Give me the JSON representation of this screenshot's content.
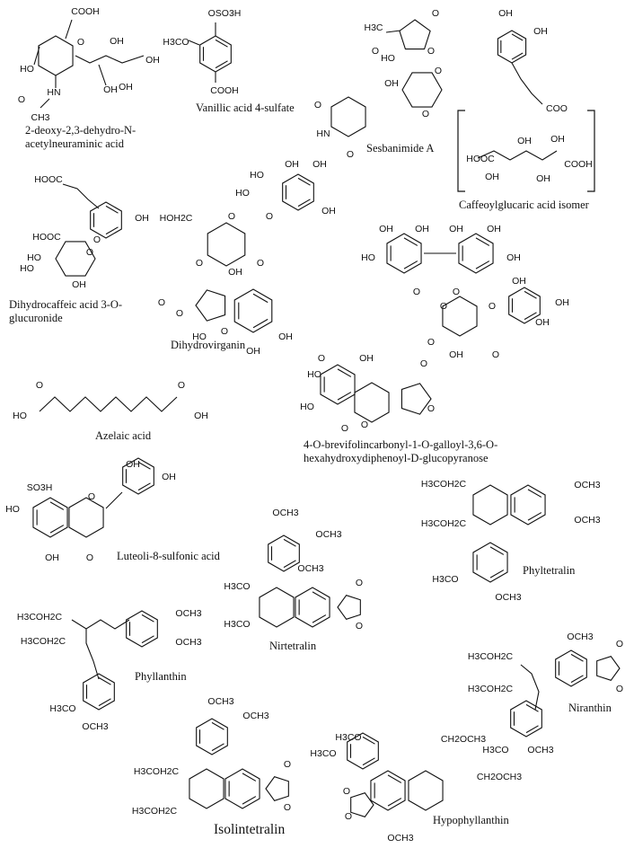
{
  "compounds": [
    {
      "key": "neu",
      "caption": [
        "2-deoxy-2,3-dehydro-N-",
        "acetylneuraminic acid"
      ]
    },
    {
      "key": "vanillic",
      "caption": [
        "Vanillic acid 4-sulfate"
      ]
    },
    {
      "key": "sesbanimide",
      "caption": [
        "Sesbanimide A"
      ]
    },
    {
      "key": "caffeoyl",
      "caption": [
        "Caffeoylglucaric acid isomer"
      ]
    },
    {
      "key": "dhca",
      "caption": [
        "Dihydrocaffeic acid 3-O-",
        "glucuronide"
      ]
    },
    {
      "key": "dihydrovirganin",
      "caption": [
        "Dihydrovirganin"
      ]
    },
    {
      "key": "brevifolin",
      "caption": [
        "4-O-brevifolincarbonyl-1-O-galloyl-3,6-O-",
        "hexahydroxydiphenoyl-D-glucopyranose"
      ]
    },
    {
      "key": "azelaic",
      "caption": [
        "Azelaic acid"
      ]
    },
    {
      "key": "luteoli",
      "caption": [
        "Luteoli-8-sulfonic acid"
      ]
    },
    {
      "key": "phyltetralin",
      "caption": [
        "Phyltetralin"
      ]
    },
    {
      "key": "nirtetralin",
      "caption": [
        "Nirtetralin"
      ]
    },
    {
      "key": "phyllanthin",
      "caption": [
        "Phyllanthin"
      ]
    },
    {
      "key": "niranthin",
      "caption": [
        "Niranthin"
      ]
    },
    {
      "key": "isolintetralin",
      "caption": [
        "Isolintetralin"
      ]
    },
    {
      "key": "hypophyllanthin",
      "caption": [
        "Hypophyllanthin"
      ]
    }
  ],
  "atom_labels": {
    "neu": [
      "COOH",
      "OH",
      "HO",
      "HN",
      "O",
      "OH",
      "OH",
      "OH",
      "CH3",
      "O"
    ],
    "vanillic": [
      "OSO3H",
      "H3CO",
      "COOH"
    ],
    "sesbanimide": [
      "O",
      "H3C",
      "HO",
      "O",
      "O",
      "O",
      "O",
      "HN",
      "O",
      "O",
      "OH"
    ],
    "caffeoyl": [
      "OH",
      "OH",
      "COO",
      "OH",
      "OH",
      "HOOC",
      "COOH",
      "OH",
      "OH"
    ],
    "dhca": [
      "HOOC",
      "OH",
      "HOOC",
      "O",
      "O",
      "HO",
      "HO",
      "OH"
    ],
    "dihydrovirganin": [
      "OH",
      "OH",
      "HO",
      "OH",
      "HO",
      "O",
      "O",
      "HOH2C",
      "O",
      "OH",
      "O",
      "O",
      "HO",
      "O",
      "O",
      "OH",
      "OH"
    ],
    "brevifolin": [
      "OH",
      "OH",
      "OH",
      "OH",
      "HO",
      "OH",
      "O",
      "O",
      "O",
      "O",
      "OH",
      "OH",
      "OH",
      "O",
      "O",
      "O",
      "OH",
      "HO",
      "O",
      "HO",
      "OH",
      "O",
      "O",
      "O"
    ],
    "azelaic": [
      "O",
      "O",
      "HO",
      "OH"
    ],
    "luteoli": [
      "OH",
      "OH",
      "SO3H",
      "HO",
      "O",
      "OH",
      "O"
    ],
    "phyltetralin": [
      "H3COH2C",
      "OCH3",
      "H3COH2C",
      "OCH3",
      "OCH3",
      "H3CO"
    ],
    "nirtetralin": [
      "OCH3",
      "OCH3",
      "OCH3",
      "H3CO",
      "O",
      "O",
      "H3CO"
    ],
    "phyllanthin": [
      "H3COH2C",
      "OCH3",
      "H3COH2C",
      "OCH3",
      "H3CO",
      "OCH3"
    ],
    "niranthin": [
      "OCH3",
      "H3COH2C",
      "O",
      "O",
      "H3COH2C",
      "H3CO",
      "OCH3"
    ],
    "isolintetralin": [
      "OCH3",
      "OCH3",
      "H3COH2C",
      "O",
      "O",
      "H3COH2C"
    ],
    "hypophyllanthin": [
      "H3CO",
      "H3CO",
      "CH2OCH3",
      "CH2OCH3",
      "O",
      "O",
      "OCH3"
    ]
  }
}
